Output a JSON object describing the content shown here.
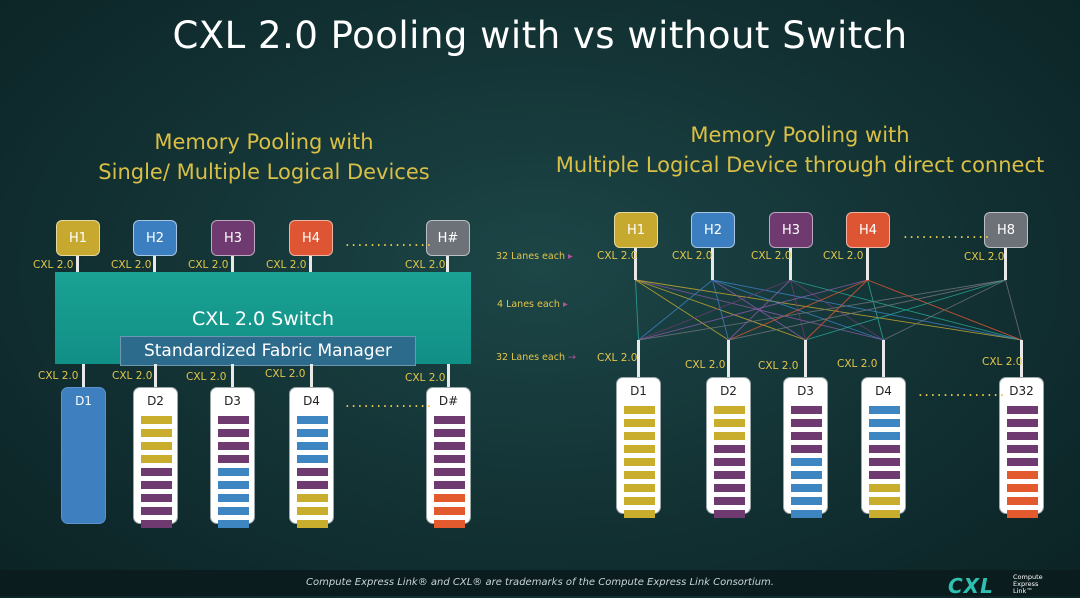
{
  "title": "CXL 2.0 Pooling with vs without Switch",
  "left": {
    "subtitle_line1": "Memory Pooling with",
    "subtitle_line2": "Single/ Multiple Logical Devices",
    "switch_label": "CXL 2.0 Switch",
    "fabric_manager": "Standardized Fabric Manager",
    "ellipsis": "..............",
    "hosts": [
      {
        "label": "H1",
        "color": "#c7a92f"
      },
      {
        "label": "H2",
        "color": "#3b7fc0"
      },
      {
        "label": "H3",
        "color": "#6e3a6f"
      },
      {
        "label": "H4",
        "color": "#dd5533"
      },
      {
        "label": "H#",
        "color": "#6d7278"
      }
    ],
    "host_links": [
      "CXL 2.0",
      "CXL 2.0",
      "CXL 2.0",
      "CXL 2.0",
      "CXL 2.0"
    ],
    "device_links": [
      "CXL 2.0",
      "CXL 2.0",
      "CXL 2.0",
      "CXL 2.0",
      "CXL 2.0"
    ],
    "devices": [
      {
        "label": "D1",
        "slices": []
      },
      {
        "label": "D2",
        "slices": [
          "gold",
          "gold",
          "gold",
          "gold",
          "purple",
          "purple",
          "purple",
          "purple",
          "purple"
        ]
      },
      {
        "label": "D3",
        "slices": [
          "purple",
          "purple",
          "purple",
          "purple",
          "blue",
          "blue",
          "blue",
          "blue",
          "blue"
        ]
      },
      {
        "label": "D4",
        "slices": [
          "blue",
          "blue",
          "blue",
          "blue",
          "purple",
          "purple",
          "gold",
          "gold",
          "gold"
        ]
      },
      {
        "label": "D#",
        "slices": [
          "purple",
          "purple",
          "purple",
          "purple",
          "purple",
          "purple",
          "orange",
          "orange",
          "orange"
        ]
      }
    ]
  },
  "right": {
    "subtitle_line1": "Memory Pooling with",
    "subtitle_line2": "Multiple Logical Device through direct connect",
    "lanes_top": "32 Lanes each",
    "lanes_mid": "4 Lanes each",
    "lanes_bottom": "32 Lanes each",
    "ellipsis": "..............",
    "hosts": [
      {
        "label": "H1",
        "color": "#c7a92f"
      },
      {
        "label": "H2",
        "color": "#3b7fc0"
      },
      {
        "label": "H3",
        "color": "#6e3a6f"
      },
      {
        "label": "H4",
        "color": "#dd5533"
      },
      {
        "label": "H8",
        "color": "#6d7278"
      }
    ],
    "host_links": [
      "CXL 2.0",
      "CXL 2.0",
      "CXL 2.0",
      "CXL 2.0",
      "CXL 2.0"
    ],
    "device_links": [
      "CXL 2.0",
      "CXL 2.0",
      "CXL 2.0",
      "CXL 2.0",
      "CXL 2.0"
    ],
    "devices": [
      {
        "label": "D1",
        "slices": [
          "gold",
          "gold",
          "gold",
          "gold",
          "gold",
          "gold",
          "gold",
          "gold",
          "gold"
        ]
      },
      {
        "label": "D2",
        "slices": [
          "gold",
          "gold",
          "gold",
          "purple",
          "purple",
          "purple",
          "purple",
          "purple",
          "purple"
        ]
      },
      {
        "label": "D3",
        "slices": [
          "purple",
          "purple",
          "purple",
          "purple",
          "blue",
          "blue",
          "blue",
          "blue",
          "blue"
        ]
      },
      {
        "label": "D4",
        "slices": [
          "blue",
          "blue",
          "blue",
          "purple",
          "purple",
          "purple",
          "gold",
          "gold",
          "gold"
        ]
      },
      {
        "label": "D32",
        "slices": [
          "purple",
          "purple",
          "purple",
          "purple",
          "purple",
          "orange",
          "orange",
          "orange",
          "orange"
        ]
      }
    ]
  },
  "slice_colors": {
    "gold": "#c9ae2e",
    "purple": "#6e3a6f",
    "blue": "#3d86c2",
    "orange": "#e25a2e"
  },
  "d1_color": "#3d7fbf",
  "footer": "Compute Express Link® and CXL® are trademarks of the Compute Express Link Consortium.",
  "logo": {
    "mark": "CXL",
    "line1": "Compute",
    "line2": "Express",
    "line3": "Link™"
  }
}
